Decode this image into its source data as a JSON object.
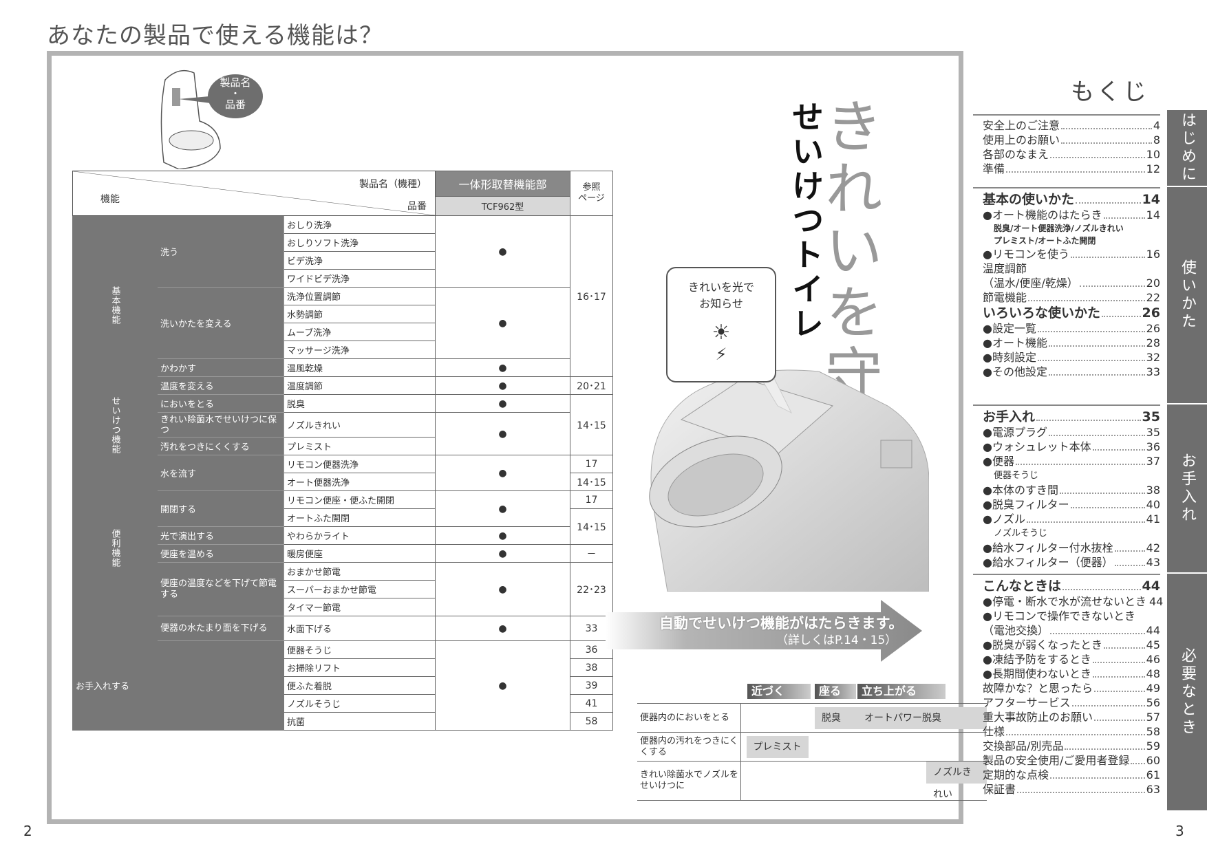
{
  "header": {
    "title": "あなたの製品で使える機能は？"
  },
  "page_numbers": {
    "left": "2",
    "right": "3"
  },
  "callout": {
    "line1": "製品名",
    "line2": "・",
    "line3": "品番"
  },
  "table": {
    "header_product_label": "製品名（機種）",
    "header_code_label": "品番",
    "header_function": "機能",
    "product": "一体形取替機能部",
    "code": "TCF962型",
    "ref_header_1": "参照",
    "ref_header_2": "ページ",
    "dot": "●",
    "cat_basic": "基本機能",
    "cat_clean": "せいけつ機能",
    "cat_convenient": "便利機能",
    "sub_wash": "洗う",
    "sub_change": "洗いかたを変える",
    "sub_dry": "かわかす",
    "sub_temp": "温度を変える",
    "sub_odor": "においをとる",
    "sub_sterile": "きれい除菌水でせいけつに保つ",
    "sub_dirt": "汚れをつきにくくする",
    "sub_flush": "水を流す",
    "sub_open": "開閉する",
    "sub_light": "光で演出する",
    "sub_warm": "便座を温める",
    "sub_save": "便座の温度などを下げて節電する",
    "sub_water": "便器の水たまり面を下げる",
    "sub_care": "お手入れする",
    "f1": "おしり洗浄",
    "f2": "おしりソフト洗浄",
    "f3": "ビデ洗浄",
    "f4": "ワイドビデ洗浄",
    "f5": "洗浄位置調節",
    "f6": "水勢調節",
    "f7": "ムーブ洗浄",
    "f8": "マッサージ洗浄",
    "f9": "温風乾燥",
    "f10": "温度調節",
    "f11": "脱臭",
    "f12": "ノズルきれい",
    "f13": "プレミスト",
    "f14": "リモコン便器洗浄",
    "f15": "オート便器洗浄",
    "f16": "リモコン便座・便ふた開閉",
    "f17": "オートふた開閉",
    "f18": "やわらかライト",
    "f19": "暖房便座",
    "f20": "おまかせ節電",
    "f21": "スーパーおまかせ節電",
    "f22": "タイマー節電",
    "f23": "水面下げる",
    "f24": "便器そうじ",
    "f25": "お掃除リフト",
    "f26": "便ふた着脱",
    "f27": "ノズルそうじ",
    "f28": "抗菌",
    "r1": "16･17",
    "r2": "20･21",
    "r3": "14･15",
    "r4": "17",
    "r5": "14･15",
    "r6": "17",
    "r7": "14･15",
    "r8": "－",
    "r9": "22･23",
    "r10": "33",
    "r11": "36",
    "r12": "38",
    "r13": "39",
    "r14": "41",
    "r15": "58"
  },
  "hero": {
    "big": "きれいを守る",
    "sub": "せいけつトイレ"
  },
  "bubble": {
    "line1": "きれいを光で",
    "line2": "お知らせ"
  },
  "arrow": {
    "line1": "自動でせいけつ機能がはたらきます。",
    "line2": "（詳しくはP.14・15）"
  },
  "stages": {
    "approach": "近づく",
    "sit": "座る",
    "stand": "立ち上がる",
    "row1": "便器内のにおいをとる",
    "row2": "便器内の汚れをつきにくくする",
    "row3": "きれい除菌水でノズルをせいけつに",
    "c1": "脱臭",
    "c2": "オートパワー脱臭",
    "c3": "プレミスト",
    "c4": "ノズルきれい"
  },
  "toc": {
    "title": "もくじ",
    "tabs": [
      "はじめに",
      "使いかた",
      "お手入れ",
      "必要なとき"
    ],
    "s1": [
      [
        "安全上のご注意",
        "4"
      ],
      [
        "使用上のお願い",
        "8"
      ],
      [
        "各部のなまえ",
        "10"
      ],
      [
        "準備",
        "12"
      ]
    ],
    "s2a": [
      "基本の使いかた",
      "14"
    ],
    "s2b": [
      "●オート機能のはたらき",
      "14"
    ],
    "s2note1": "脱臭/オート便器洗浄/ノズルきれい",
    "s2note2": "プレミスト/オートふた開閉",
    "s2c": [
      "●リモコンを使う",
      "16"
    ],
    "s2d1": "温度調節",
    "s2d": [
      "（温水/便座/乾燥）",
      "20"
    ],
    "s2e": [
      "節電機能",
      "22"
    ],
    "s2f": [
      "いろいろな使いかた",
      "26"
    ],
    "s2g": [
      [
        "●設定一覧",
        "26"
      ],
      [
        "●オート機能",
        "28"
      ],
      [
        "●時刻設定",
        "32"
      ],
      [
        "●その他設定",
        "33"
      ]
    ],
    "s3a": [
      "お手入れ",
      "35"
    ],
    "s3b": [
      [
        "●電源プラグ",
        "35"
      ],
      [
        "●ウォシュレット本体",
        "36"
      ],
      [
        "●便器",
        "37"
      ]
    ],
    "s3note1": "便器そうじ",
    "s3c": [
      [
        "●本体のすき間",
        "38"
      ],
      [
        "●脱臭フィルター",
        "40"
      ],
      [
        "●ノズル",
        "41"
      ]
    ],
    "s3note2": "ノズルそうじ",
    "s3d": [
      [
        "●給水フィルター付水抜栓",
        "42"
      ],
      [
        "●給水フィルター（便器）",
        "43"
      ]
    ],
    "s4a": [
      "こんなときは",
      "44"
    ],
    "s4b": [
      "●停電・断水で水が流せないとき",
      "44"
    ],
    "s4c1": "●リモコンで操作できないとき",
    "s4c": [
      "（電池交換）",
      "44"
    ],
    "s4d": [
      [
        "●脱臭が弱くなったとき",
        "45"
      ],
      [
        "●凍結予防をするとき",
        "46"
      ],
      [
        "●長期間使わないとき",
        "48"
      ]
    ],
    "s4e": [
      [
        "故障かな？と思ったら",
        "49"
      ],
      [
        "アフターサービス",
        "56"
      ],
      [
        "重大事故防止のお願い",
        "57"
      ],
      [
        "仕様",
        "58"
      ],
      [
        "交換部品/別売品",
        "59"
      ],
      [
        "製品の安全使用/ご愛用者登録",
        "60"
      ],
      [
        "定期的な点検",
        "61"
      ],
      [
        "保証書",
        "63"
      ]
    ]
  },
  "colors": {
    "tab": "#6e6e6e",
    "frame": "#b3b3b3",
    "header_dark": "#777777"
  }
}
